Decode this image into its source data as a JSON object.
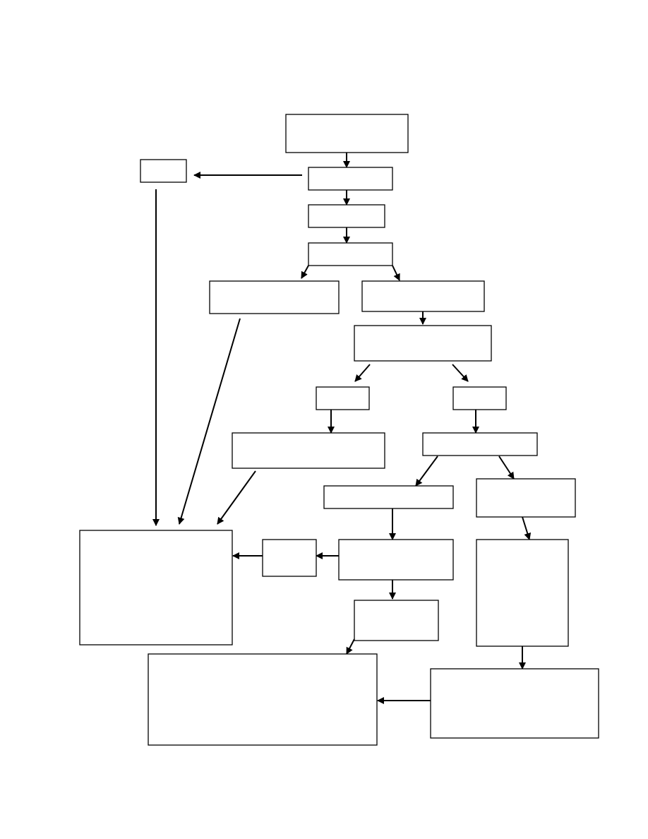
{
  "diagram": {
    "type": "flowchart",
    "stroke_color": "#000000",
    "fill_color": "#ffffff",
    "background_color": "#ffffff",
    "nodes": [
      {
        "id": "n1",
        "label": ""
      },
      {
        "id": "n2",
        "label": ""
      },
      {
        "id": "n3",
        "label": ""
      },
      {
        "id": "n4",
        "label": ""
      },
      {
        "id": "n5",
        "label": ""
      },
      {
        "id": "n6",
        "label": ""
      },
      {
        "id": "n7",
        "label": ""
      },
      {
        "id": "n8",
        "label": ""
      },
      {
        "id": "n9",
        "label": ""
      },
      {
        "id": "n10",
        "label": ""
      },
      {
        "id": "n11",
        "label": ""
      },
      {
        "id": "n12",
        "label": ""
      },
      {
        "id": "n13",
        "label": ""
      },
      {
        "id": "n14",
        "label": ""
      },
      {
        "id": "n15",
        "label": ""
      },
      {
        "id": "n16",
        "label": ""
      },
      {
        "id": "n17",
        "label": ""
      },
      {
        "id": "n18",
        "label": ""
      },
      {
        "id": "n19",
        "label": ""
      },
      {
        "id": "n20",
        "label": ""
      },
      {
        "id": "n21",
        "label": ""
      },
      {
        "id": "n22",
        "label": ""
      }
    ],
    "edges": [
      {
        "from": "n1",
        "to": "n2"
      },
      {
        "from": "n2",
        "to": "n22"
      },
      {
        "from": "n2",
        "to": "n3"
      },
      {
        "from": "n3",
        "to": "n4"
      },
      {
        "from": "n4",
        "to": "n5"
      },
      {
        "from": "n4",
        "to": "n6"
      },
      {
        "from": "n6",
        "to": "n7"
      },
      {
        "from": "n7",
        "to": "n8"
      },
      {
        "from": "n7",
        "to": "n9"
      },
      {
        "from": "n8",
        "to": "n10"
      },
      {
        "from": "n9",
        "to": "n11"
      },
      {
        "from": "n11",
        "to": "n12"
      },
      {
        "from": "n11",
        "to": "n13"
      },
      {
        "from": "n12",
        "to": "n14"
      },
      {
        "from": "n14",
        "to": "n15"
      },
      {
        "from": "n15",
        "to": "n16"
      },
      {
        "from": "n22",
        "to": "n16"
      },
      {
        "from": "n5",
        "to": "n16"
      },
      {
        "from": "n10",
        "to": "n16"
      },
      {
        "from": "n14",
        "to": "n17"
      },
      {
        "from": "n17",
        "to": "n19"
      },
      {
        "from": "n13",
        "to": "n18"
      },
      {
        "from": "n18",
        "to": "n20"
      },
      {
        "from": "n20",
        "to": "n19"
      }
    ]
  }
}
